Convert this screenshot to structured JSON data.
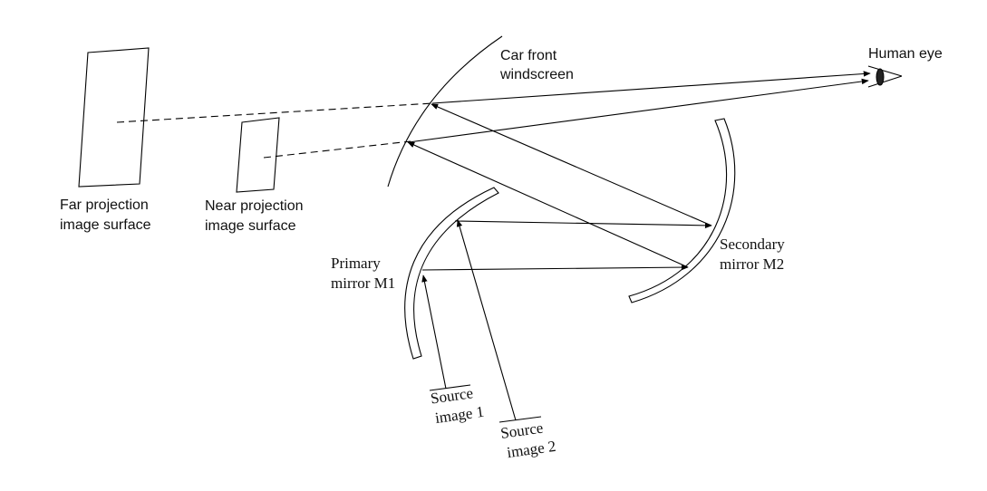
{
  "labels": {
    "car_front_line1": "Car front",
    "car_front_line2": "windscreen",
    "human_eye": "Human eye",
    "far_line1": "Far projection",
    "far_line2": "image surface",
    "near_line1": "Near projection",
    "near_line2": "image surface",
    "primary_line1": "Primary",
    "primary_line2": "mirror M1",
    "secondary_line1": "Secondary",
    "secondary_line2": "mirror M2",
    "source1_line1": "Source",
    "source1_line2": "image 1",
    "source2_line1": "Source",
    "source2_line2": "image 2"
  }
}
